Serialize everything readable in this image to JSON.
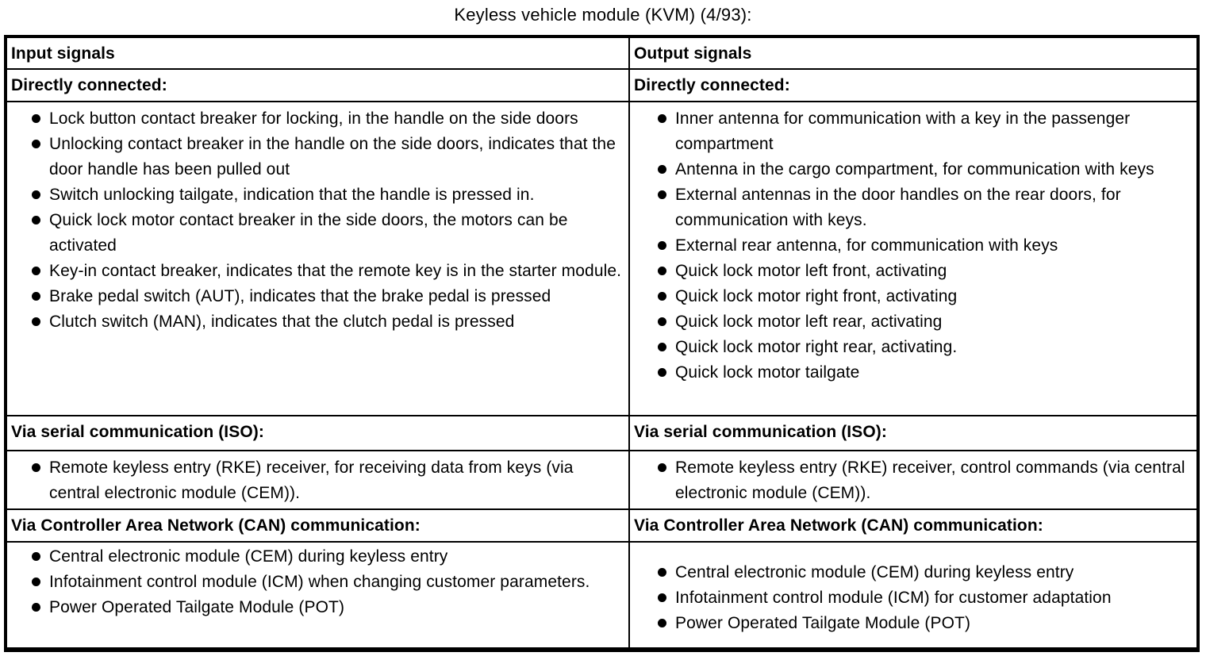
{
  "title": "Keyless vehicle module (KVM) (4/93):",
  "table": {
    "columns": [
      {
        "header": "Input signals",
        "sections": [
          {
            "heading": "Directly connected:",
            "items": [
              "Lock button contact breaker for locking, in the handle on the side doors",
              "Unlocking contact breaker in the handle on the side doors, indicates that the door handle has been pulled out",
              "Switch unlocking tailgate, indication that the handle is pressed in.",
              "Quick lock motor contact breaker in the side doors, the motors can be activated",
              "Key-in contact breaker, indicates that the remote key is in the starter module.",
              "Brake pedal switch (AUT), indicates that the brake pedal is pressed",
              "Clutch switch (MAN), indicates that the clutch pedal is pressed"
            ]
          },
          {
            "heading": "Via serial communication (ISO):",
            "items": [
              "Remote keyless entry (RKE) receiver, for receiving data from keys (via central electronic module (CEM))."
            ]
          },
          {
            "heading": "Via Controller Area Network (CAN) communication:",
            "items": [
              "Central electronic module (CEM) during keyless entry",
              "Infotainment control module (ICM) when changing customer parameters.",
              "Power Operated Tailgate Module (POT)"
            ]
          }
        ]
      },
      {
        "header": "Output signals",
        "sections": [
          {
            "heading": "Directly connected:",
            "items": [
              "Inner antenna for communication with a key in the passenger compartment",
              "Antenna in the cargo compartment, for communication with keys",
              "External antennas in the door handles on the rear doors, for communication with keys.",
              "External rear antenna, for communication with keys",
              "Quick lock motor left front, activating",
              "Quick lock motor right front, activating",
              "Quick lock motor left rear, activating",
              "Quick lock motor right rear, activating.",
              "Quick lock motor tailgate"
            ]
          },
          {
            "heading": "Via serial communication (ISO):",
            "items": [
              "Remote keyless entry (RKE) receiver, control commands (via central electronic module (CEM))."
            ]
          },
          {
            "heading": "Via Controller Area Network (CAN) communication:",
            "items": [
              "Central electronic module (CEM) during keyless entry",
              "Infotainment control module (ICM) for customer adaptation",
              "Power Operated Tailgate Module (POT)"
            ]
          }
        ]
      }
    ]
  },
  "colors": {
    "text": "#000000",
    "background": "#ffffff",
    "border": "#000000"
  }
}
